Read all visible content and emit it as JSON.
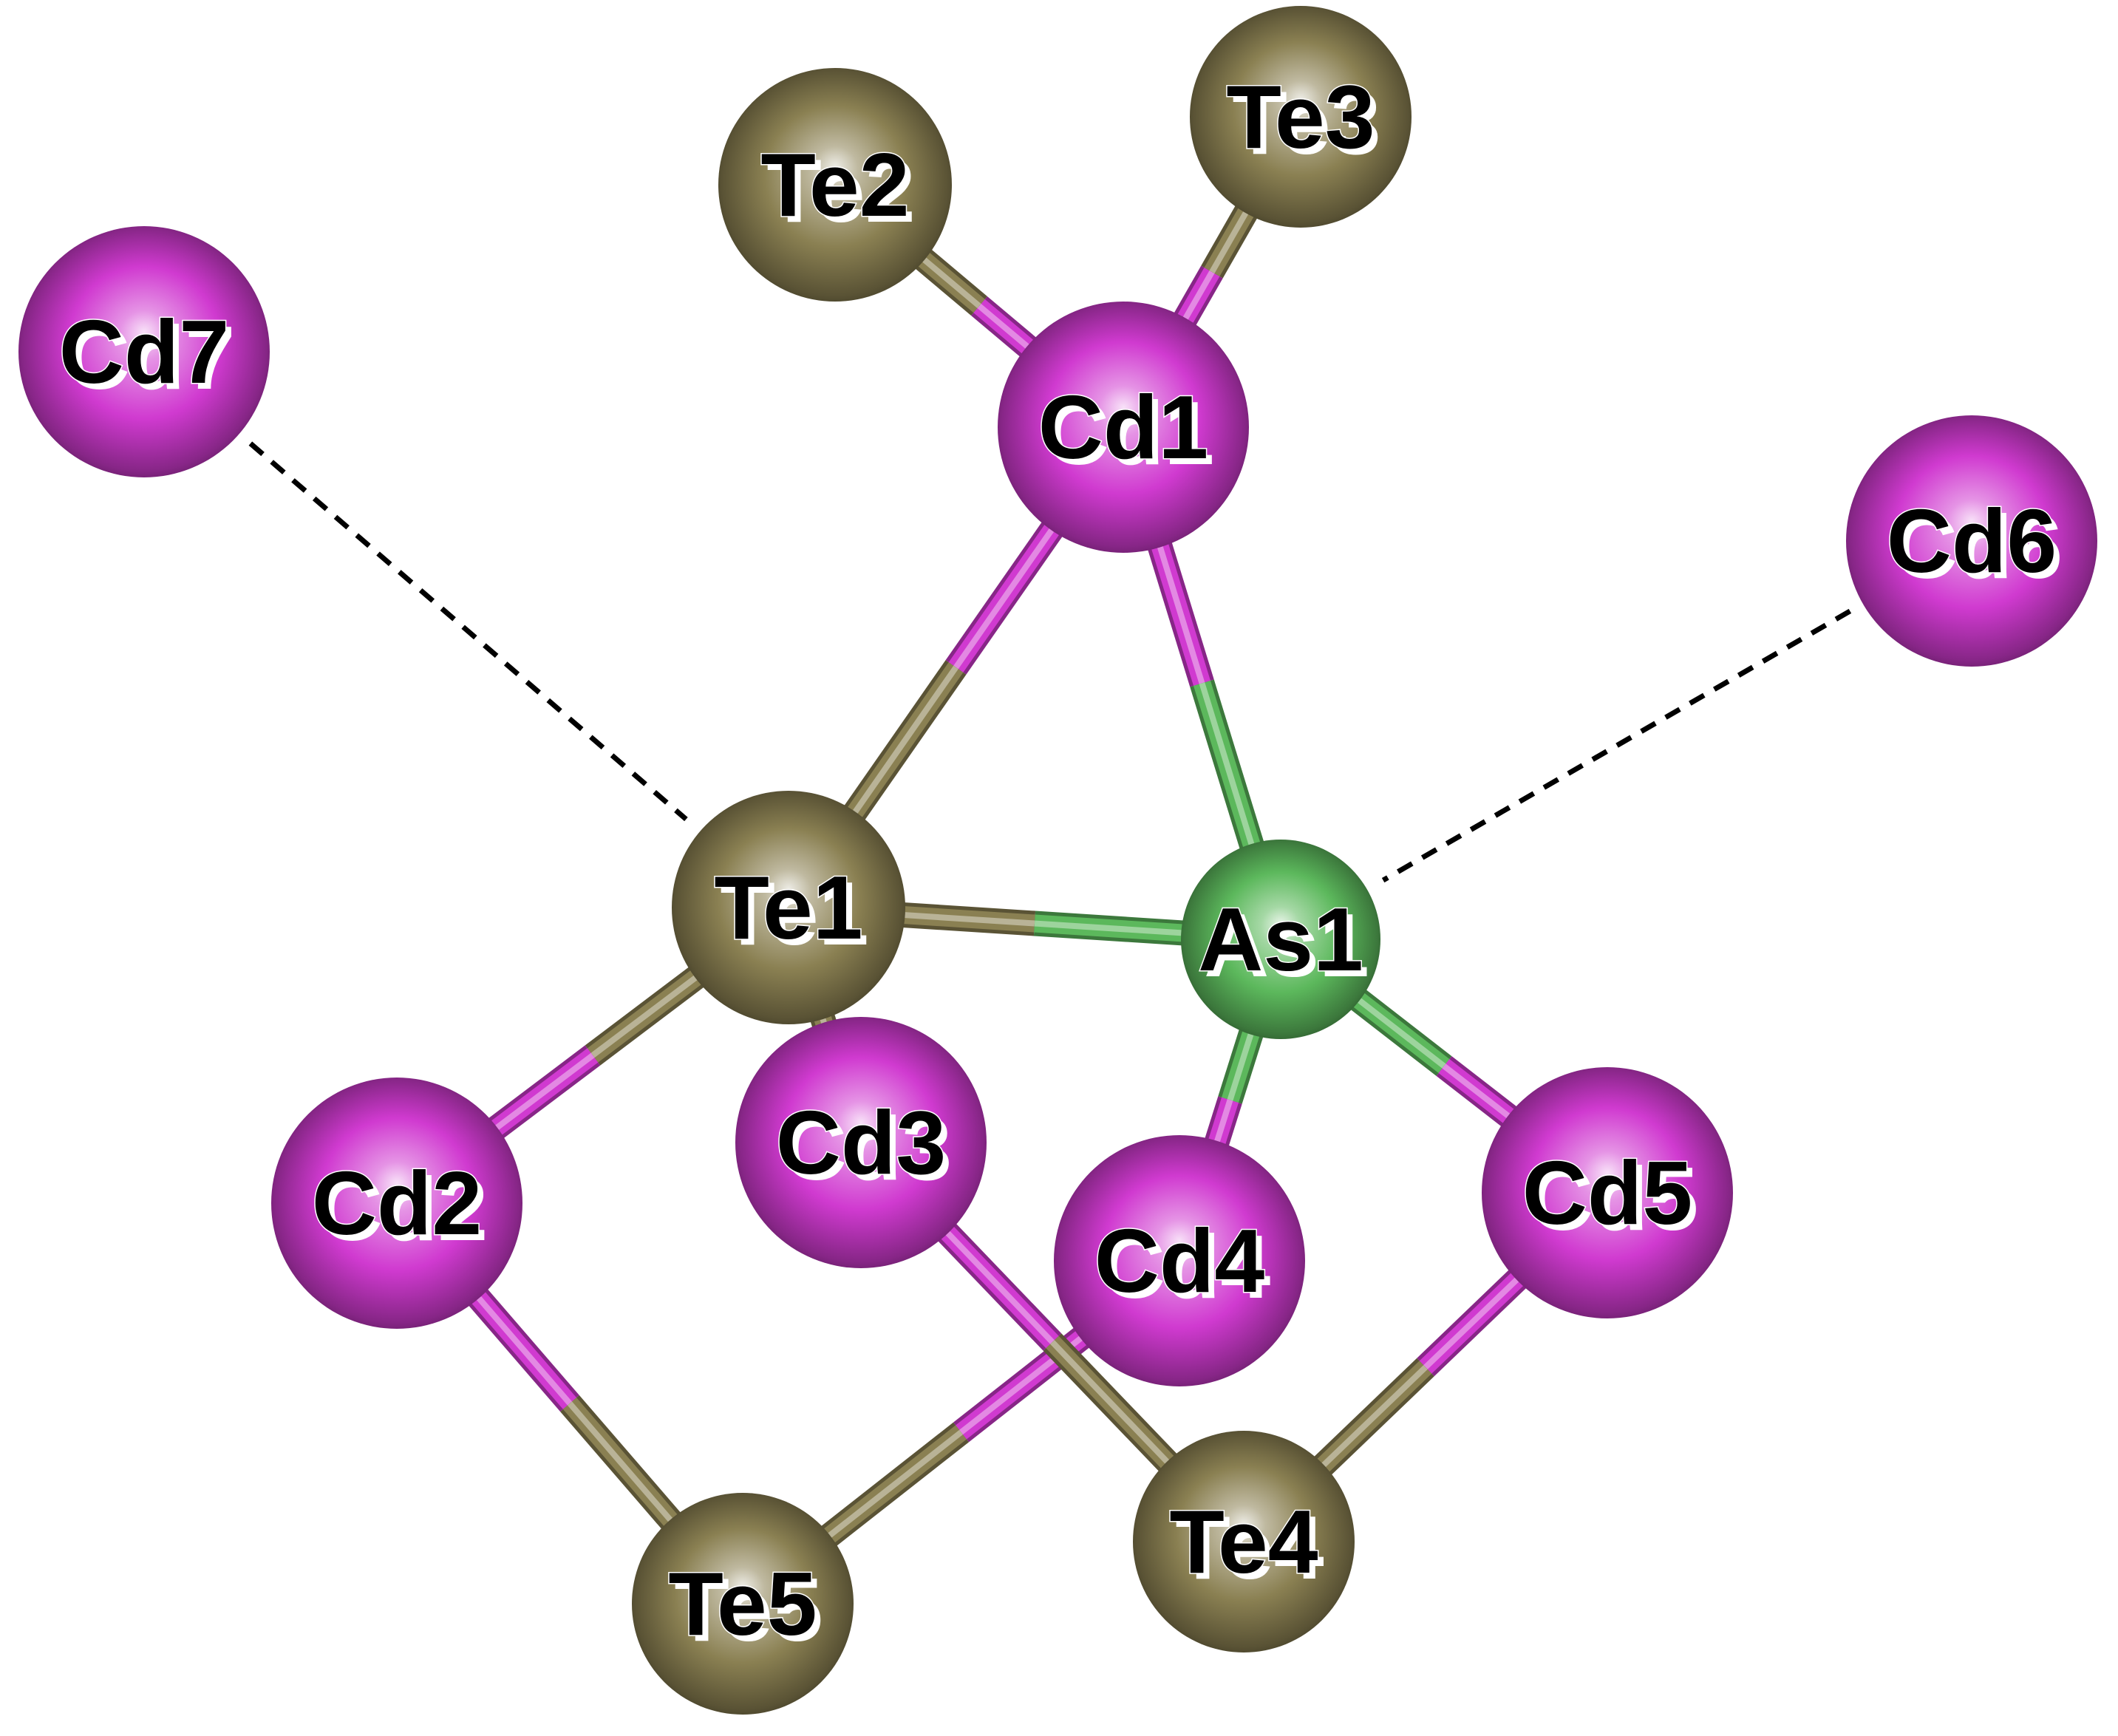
{
  "colors": {
    "Cd": "#d03ad0",
    "Te": "#8a8052",
    "As": "#5cb85c"
  },
  "atoms": [
    {
      "id": "Cd7",
      "element": "Cd",
      "label": "Cd7"
    },
    {
      "id": "Te2",
      "element": "Te",
      "label": "Te2"
    },
    {
      "id": "Te3",
      "element": "Te",
      "label": "Te3"
    },
    {
      "id": "Cd1",
      "element": "Cd",
      "label": "Cd1"
    },
    {
      "id": "Cd6",
      "element": "Cd",
      "label": "Cd6"
    },
    {
      "id": "Te1",
      "element": "Te",
      "label": "Te1"
    },
    {
      "id": "As1",
      "element": "As",
      "label": "As1"
    },
    {
      "id": "Cd2",
      "element": "Cd",
      "label": "Cd2"
    },
    {
      "id": "Cd3",
      "element": "Cd",
      "label": "Cd3"
    },
    {
      "id": "Cd4",
      "element": "Cd",
      "label": "Cd4"
    },
    {
      "id": "Cd5",
      "element": "Cd",
      "label": "Cd5"
    },
    {
      "id": "Te5",
      "element": "Te",
      "label": "Te5"
    },
    {
      "id": "Te4",
      "element": "Te",
      "label": "Te4"
    }
  ],
  "bonds": [
    [
      "Cd1",
      "Te2"
    ],
    [
      "Cd1",
      "Te3"
    ],
    [
      "Cd1",
      "Te1"
    ],
    [
      "Cd1",
      "As1"
    ],
    [
      "Te1",
      "As1"
    ],
    [
      "Te1",
      "Cd2"
    ],
    [
      "Te1",
      "Cd3"
    ],
    [
      "As1",
      "Cd4"
    ],
    [
      "As1",
      "Cd5"
    ],
    [
      "Cd2",
      "Te5"
    ],
    [
      "Cd4",
      "Te5"
    ],
    [
      "Cd3",
      "Te4"
    ],
    [
      "Cd5",
      "Te4"
    ]
  ],
  "contacts": [
    [
      "Cd7",
      "Te1"
    ],
    [
      "Cd6",
      "As1"
    ]
  ]
}
